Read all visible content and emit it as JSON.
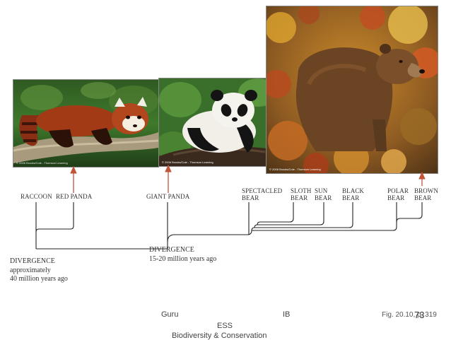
{
  "photos": {
    "red_panda_credit": "© 2006 Brooks/Cole - Thomson Learning",
    "giant_panda_credit": "© 2006 Brooks/Cole - Thomson Learning",
    "black_bear_credit": "© 2006 Brooks/Cole - Thomson Learning"
  },
  "species": {
    "raccoon": "RACCOON",
    "red_panda": "RED PANDA",
    "giant_panda": "GIANT PANDA",
    "spectacled_bear": [
      "SPECTACLED",
      "BEAR"
    ],
    "sloth_bear": [
      "SLOTH",
      "BEAR"
    ],
    "sun_bear": [
      "SUN",
      "BEAR"
    ],
    "black_bear": [
      "BLACK",
      "BEAR"
    ],
    "polar_bear": [
      "POLAR",
      "BEAR"
    ],
    "brown_bear": [
      "BROWN",
      "BEAR"
    ]
  },
  "divergences": {
    "old": [
      "DIVERGENCE",
      "approximately",
      "40  million years ago"
    ],
    "young": [
      "DIVERGENCE",
      "15-20  million years ago"
    ]
  },
  "footer": {
    "guru": "Guru",
    "ib": "IB",
    "ess": "ESS",
    "topic": "Biodiversity & Conservation",
    "fig": "Fig. 20.10, p. 319",
    "page_number": "73"
  },
  "colors": {
    "arrow": "#c0553a",
    "line": "#222222"
  }
}
